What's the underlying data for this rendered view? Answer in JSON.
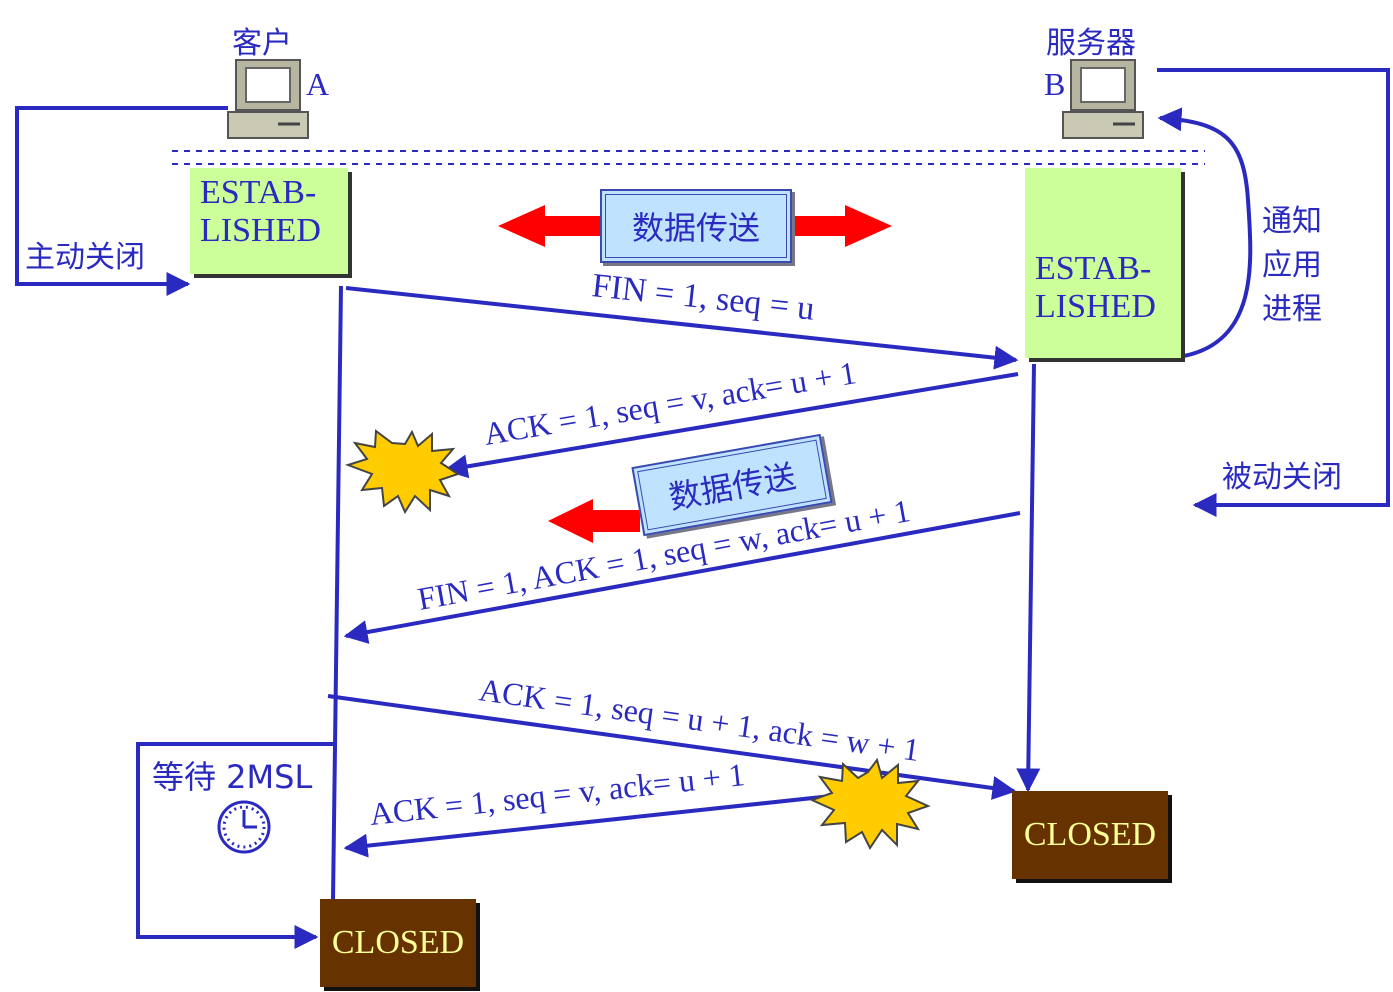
{
  "client": {
    "title": "客户",
    "letter": "A",
    "action": "主动关闭"
  },
  "server": {
    "title": "服务器",
    "letter": "B",
    "action": "被动关闭",
    "notify": [
      "通知",
      "应用",
      "进程"
    ]
  },
  "states": {
    "established": [
      "ESTAB-",
      "LISHED"
    ],
    "closed": "CLOSED",
    "time_wait": "等待 2MSL"
  },
  "data_transfer": "数据传送",
  "messages": [
    "FIN = 1, seq = u",
    "ACK = 1, seq = v, ack= u + 1",
    "FIN = 1, ACK = 1, seq = w, ack= u + 1",
    "ACK = 1, seq = u + 1, ack = w + 1",
    "ACK = 1, seq = v, ack= u + 1"
  ],
  "colors": {
    "line": "#2a2ac0",
    "state_green": "#ccff99",
    "closed_brown": "#663300",
    "arrow_red": "#ff0000",
    "burst_yellow": "#ffcc00"
  },
  "icons": [
    "computer-icon",
    "clock-icon",
    "burst-icon"
  ]
}
